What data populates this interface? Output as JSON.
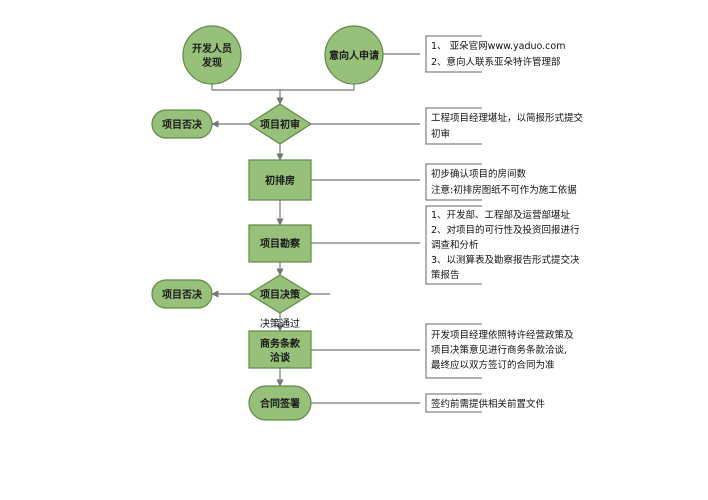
{
  "colors": {
    "node_fill": "#97c07a",
    "node_stroke": "#5e8a45",
    "line": "#777777",
    "note_bracket": "#666666"
  },
  "nodes": {
    "developer_found": {
      "line1": "开发人员",
      "line2": "发现"
    },
    "intent_apply": {
      "label": "意向人申请"
    },
    "initial_review": {
      "label": "项目初审"
    },
    "reject_1": {
      "label": "项目否决"
    },
    "initial_layout": {
      "label": "初排房"
    },
    "survey": {
      "label": "项目勘察"
    },
    "decision": {
      "label": "项目决策"
    },
    "reject_2": {
      "label": "项目否决"
    },
    "negotiation": {
      "line1": "商务条款",
      "line2": "洽谈"
    },
    "contract": {
      "label": "合同签署"
    }
  },
  "edge_labels": {
    "decision_pass": "决策通过"
  },
  "notes": {
    "apply": [
      "1、 亚朵官网www.yaduo.com",
      "2、意向人联系亚朵特许管理部"
    ],
    "review": [
      "工程项目经理堪址，以简报形式提交",
      "初审"
    ],
    "layout": [
      "初步确认项目的房间数",
      "注意:初排房图纸不可作为施工依据"
    ],
    "survey": [
      "1、开发部、工程部及运营部堪址",
      "2、对项目的可行性及投资回报进行",
      "调查和分析",
      "3、以测算表及勘察报告形式提交决",
      "策报告"
    ],
    "negotiation": [
      "开发项目经理依照特许经营政策及",
      "项目决策意见进行商务条款洽谈,",
      "最终应以双方签订的合同为准"
    ],
    "contract": [
      "签约前需提供相关前置文件"
    ]
  }
}
